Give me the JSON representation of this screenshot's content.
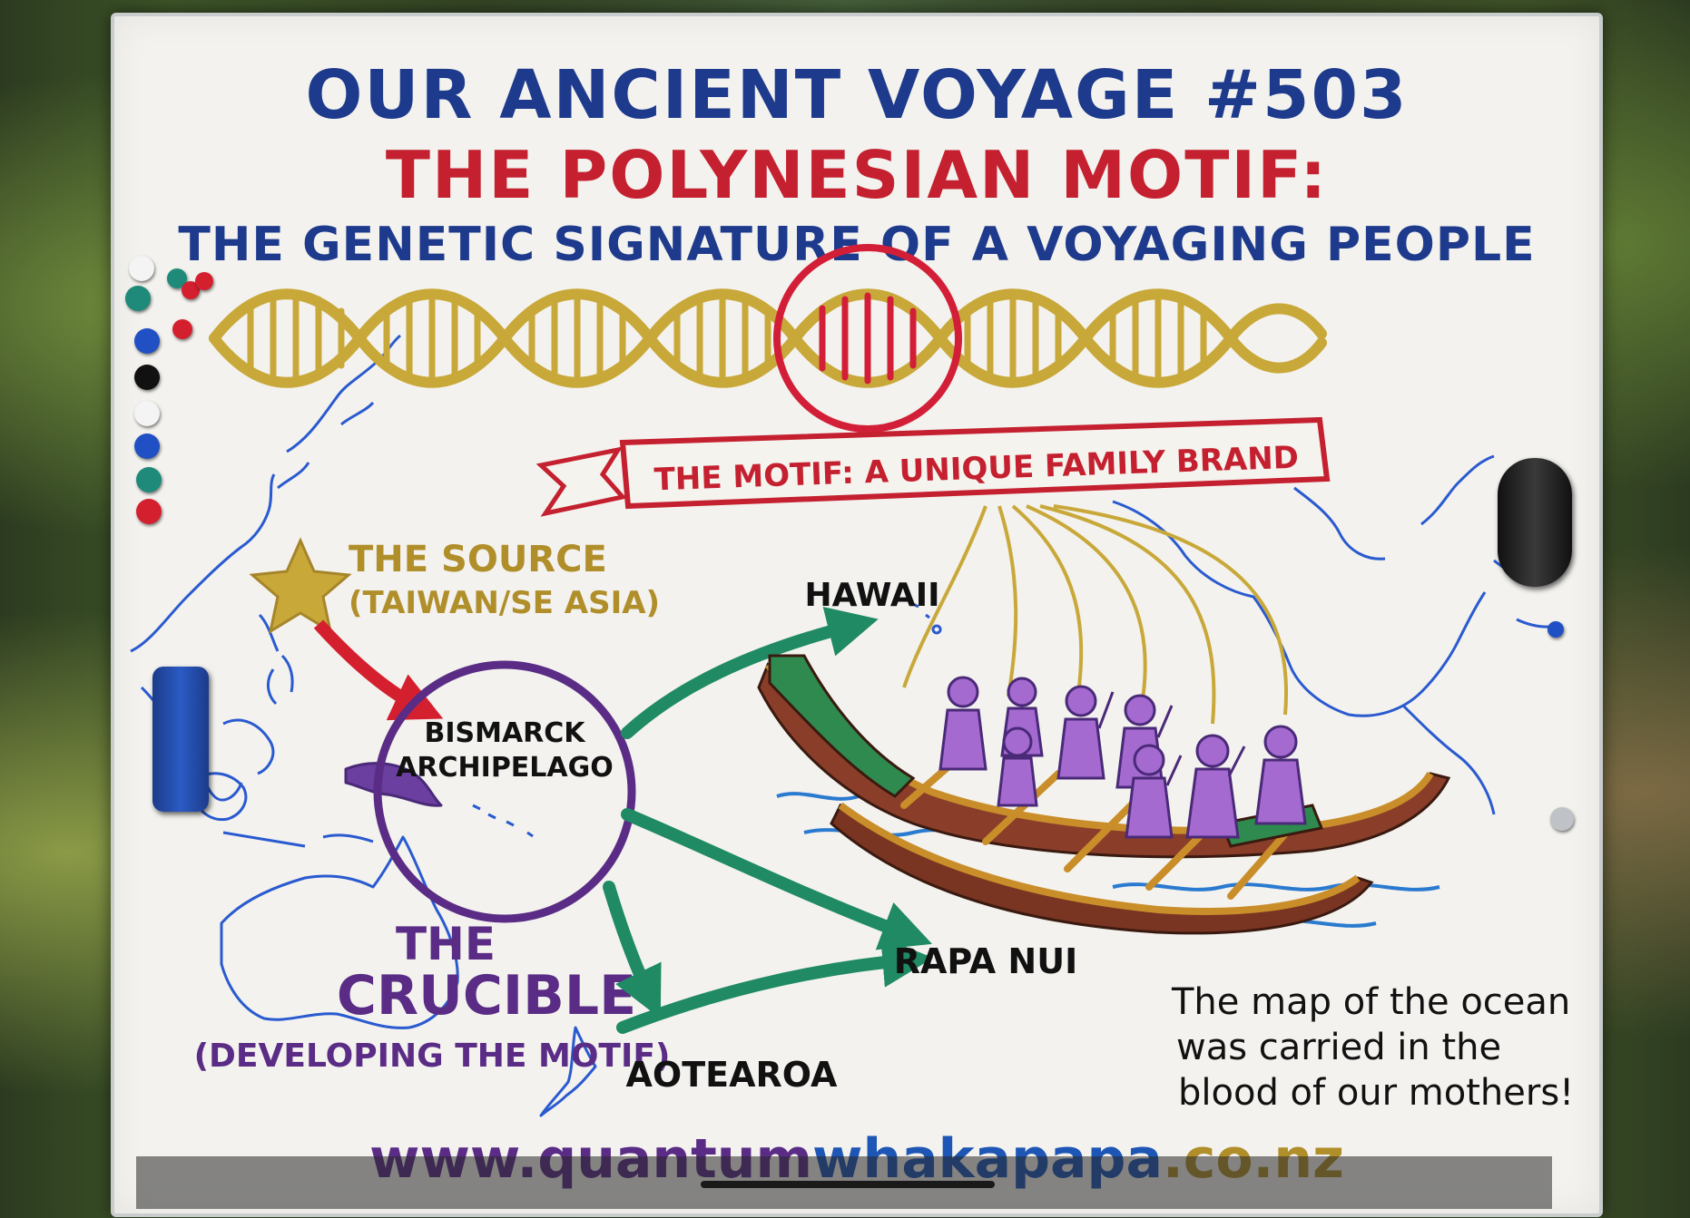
{
  "titles": {
    "line1": "OUR ANCIENT VOYAGE #503",
    "line2": "THE POLYNESIAN MOTIF:",
    "line3": "THE GENETIC SIGNATURE OF A VOYAGING PEOPLE"
  },
  "banner": "THE MOTIF: A UNIQUE FAMILY BRAND",
  "source": {
    "title": "THE SOURCE",
    "subtitle": "(TAIWAN/SE ASIA)"
  },
  "hub": {
    "line1": "BISMARCK",
    "line2": "ARCHIPELAGO"
  },
  "crucible": {
    "line1": "THE",
    "line2": "CRUCIBLE",
    "subtitle": "(DEVELOPING THE MOTIF)"
  },
  "destinations": {
    "hawaii": "HAWAII",
    "rapa_nui": "RAPA NUI",
    "aotearoa": "AOTEAROA"
  },
  "quote": {
    "line1": "The map of the ocean",
    "line2": "was carried in the",
    "line3": "blood of our mothers!"
  },
  "website": {
    "part1": "www.quantum",
    "part2": "whakapapa",
    "part3": ".co.nz"
  },
  "colors": {
    "title_blue": "#1d3a8c",
    "title_red": "#c4202f",
    "dna_gold": "#c9a83a",
    "crucible_purple": "#5a2c86",
    "arrow_green": "#1f8a64",
    "map_blue": "#2a5ad0",
    "source_gold": "#b08e2a"
  },
  "icons": [
    "star-icon",
    "dna-helix-icon",
    "canoe-icon",
    "voyager-figure-icon"
  ]
}
